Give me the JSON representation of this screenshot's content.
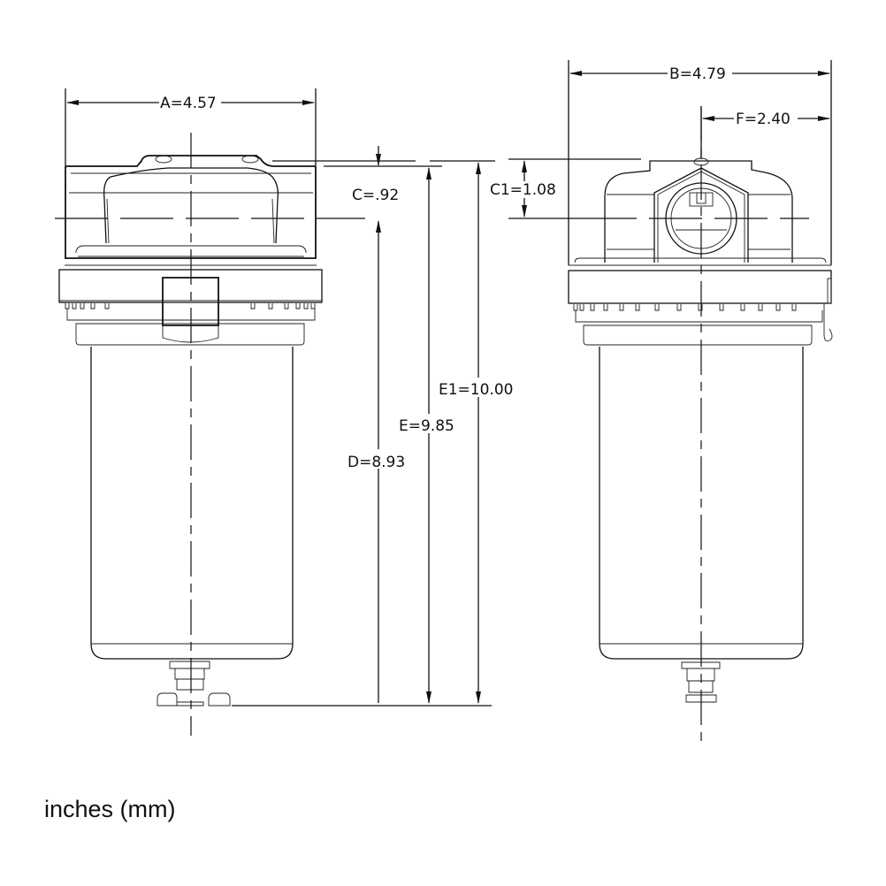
{
  "drawing": {
    "subject": "filter housing dimensional drawing",
    "views": [
      "front-view",
      "side-view"
    ]
  },
  "dimensions": {
    "A": "A=4.57",
    "B": "B=4.79",
    "C": "C=.92",
    "C1": "C1=1.08",
    "D": "D=8.93",
    "E": "E=9.85",
    "E1": "E1=10.00",
    "F": "F=2.40"
  },
  "units_label": "inches (mm)",
  "colors": {
    "line": "#111111",
    "background": "#ffffff"
  }
}
